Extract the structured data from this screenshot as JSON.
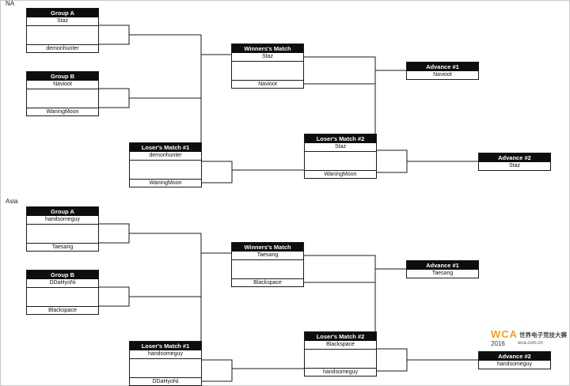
{
  "regions": [
    {
      "label": "NA",
      "group_a": {
        "header": "Group A",
        "top": "Staz",
        "bottom": "demonhunter"
      },
      "group_b": {
        "header": "Group B",
        "top": "Navioot",
        "bottom": "WaningMoon"
      },
      "winners_match": {
        "header": "Winners's Match",
        "top": "Staz",
        "bottom": "Navioot"
      },
      "losers_match_1": {
        "header": "Loser's Match #1",
        "top": "demonhunter",
        "bottom": "WaningMoon"
      },
      "losers_match_2": {
        "header": "Loser's Match #2",
        "top": "Staz",
        "bottom": "WaningMoon"
      },
      "advance_1": {
        "header": "Advance #1",
        "name": "Navioot"
      },
      "advance_2": {
        "header": "Advance #2",
        "name": "Staz"
      }
    },
    {
      "label": "Asia",
      "group_a": {
        "header": "Group A",
        "top": "handsomeguy",
        "bottom": "Taesang"
      },
      "group_b": {
        "header": "Group B",
        "top": "DDaHyoNi",
        "bottom": "Blackspace"
      },
      "winners_match": {
        "header": "Winners's Match",
        "top": "Taesang",
        "bottom": "Blackspace"
      },
      "losers_match_1": {
        "header": "Loser's Match #1",
        "top": "handsomeguy",
        "bottom": "DDaHyoNi"
      },
      "losers_match_2": {
        "header": "Loser's Match #2",
        "top": "Blackspace",
        "bottom": "handsomeguy"
      },
      "advance_1": {
        "header": "Advance #1",
        "name": "Taesang"
      },
      "advance_2": {
        "header": "Advance #2",
        "name": "handsomeguy"
      }
    }
  ],
  "watermark": {
    "logo": "WCA",
    "year": "2016",
    "chinese_name": "世界电子竞技大赛",
    "url": "wca.com.cn"
  },
  "colors": {
    "header_bg": "#0d0d0d",
    "line": "#1a1a1a",
    "logo_accent": "#f0a020"
  }
}
